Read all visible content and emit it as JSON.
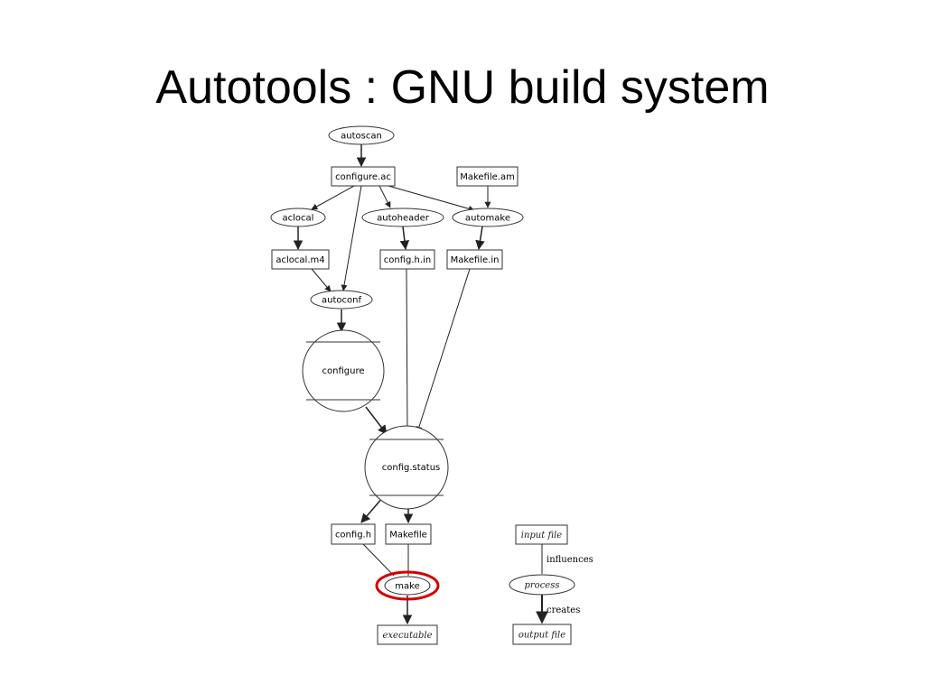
{
  "title": "Autotools : GNU build system",
  "nodes": {
    "autoscan": "autoscan",
    "configure_ac": "configure.ac",
    "makefile_am": "Makefile.am",
    "aclocal": "aclocal",
    "autoheader": "autoheader",
    "automake": "automake",
    "aclocal_m4": "aclocal.m4",
    "config_h_in": "config.h.in",
    "makefile_in": "Makefile.in",
    "autoconf": "autoconf",
    "configure": "configure",
    "config_status": "config.status",
    "config_h": "config.h",
    "makefile": "Makefile",
    "make": "make",
    "executable": "executable"
  },
  "legend": {
    "input_file": "input file",
    "influences": "influences",
    "process": "process",
    "creates": "creates",
    "output_file": "output file"
  },
  "highlight_color": "#d40000"
}
